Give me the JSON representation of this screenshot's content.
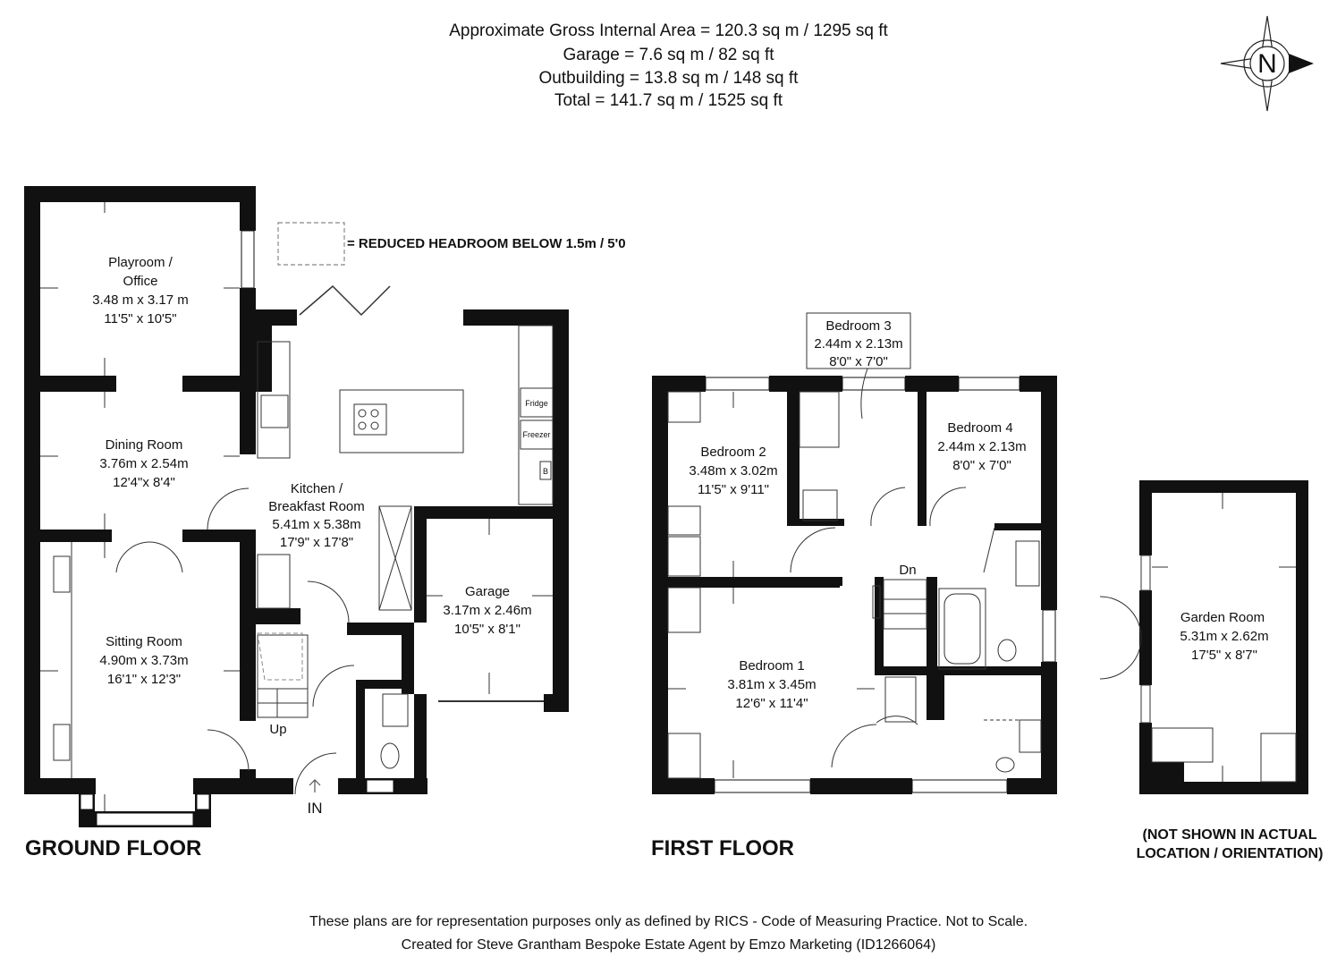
{
  "header": {
    "line1": "Approximate Gross Internal Area = 120.3 sq m / 1295 sq ft",
    "line2": "Garage = 7.6 sq m / 82 sq ft",
    "line3": "Outbuilding = 13.8 sq m / 148 sq ft",
    "line4": "Total = 141.7 sq m / 1525 sq ft"
  },
  "compass": {
    "label": "N",
    "icon": "north-compass-icon"
  },
  "legend": {
    "text": "= REDUCED HEADROOM BELOW 1.5m / 5'0"
  },
  "ground_floor": {
    "title": "GROUND FLOOR",
    "playroom": {
      "name1": "Playroom /",
      "name2": "Office",
      "metric": "3.48 m x 3.17 m",
      "imperial": "11'5\" x 10'5\""
    },
    "dining": {
      "name": "Dining Room",
      "metric": "3.76m x 2.54m",
      "imperial": "12'4\"x 8'4\""
    },
    "kitchen": {
      "name1": "Kitchen /",
      "name2": "Breakfast Room",
      "metric": "5.41m x 5.38m",
      "imperial": "17'9\" x 17'8\""
    },
    "sitting": {
      "name": "Sitting Room",
      "metric": "4.90m x 3.73m",
      "imperial": "16'1\" x 12'3\""
    },
    "garage": {
      "name": "Garage",
      "metric": "3.17m x 2.46m",
      "imperial": "10'5\" x 8'1\""
    },
    "fridge": "Fridge",
    "freezer": "Freezer",
    "boiler": "B",
    "stairs_up": "Up",
    "entrance": "IN"
  },
  "first_floor": {
    "title": "FIRST FLOOR",
    "bedroom1": {
      "name": "Bedroom 1",
      "metric": "3.81m x 3.45m",
      "imperial": "12'6\" x 11'4\""
    },
    "bedroom2": {
      "name": "Bedroom 2",
      "metric": "3.48m x 3.02m",
      "imperial": "11'5\" x 9'11\""
    },
    "bedroom3": {
      "name": "Bedroom 3",
      "metric": "2.44m x 2.13m",
      "imperial": "8'0\" x 7'0\""
    },
    "bedroom4": {
      "name": "Bedroom 4",
      "metric": "2.44m x 2.13m",
      "imperial": "8'0\" x 7'0\""
    },
    "stairs_down": "Dn"
  },
  "outbuilding": {
    "garden_room": {
      "name": "Garden Room",
      "metric": "5.31m x 2.62m",
      "imperial": "17'5\" x 8'7\""
    },
    "note_line1": "(NOT SHOWN IN ACTUAL",
    "note_line2": "LOCATION / ORIENTATION)"
  },
  "footer": {
    "line1": "These plans are for representation purposes only as defined by RICS - Code of Measuring Practice. Not to Scale.",
    "line2": "Created for Steve Grantham Bespoke Estate Agent by Emzo Marketing (ID1266064)"
  }
}
